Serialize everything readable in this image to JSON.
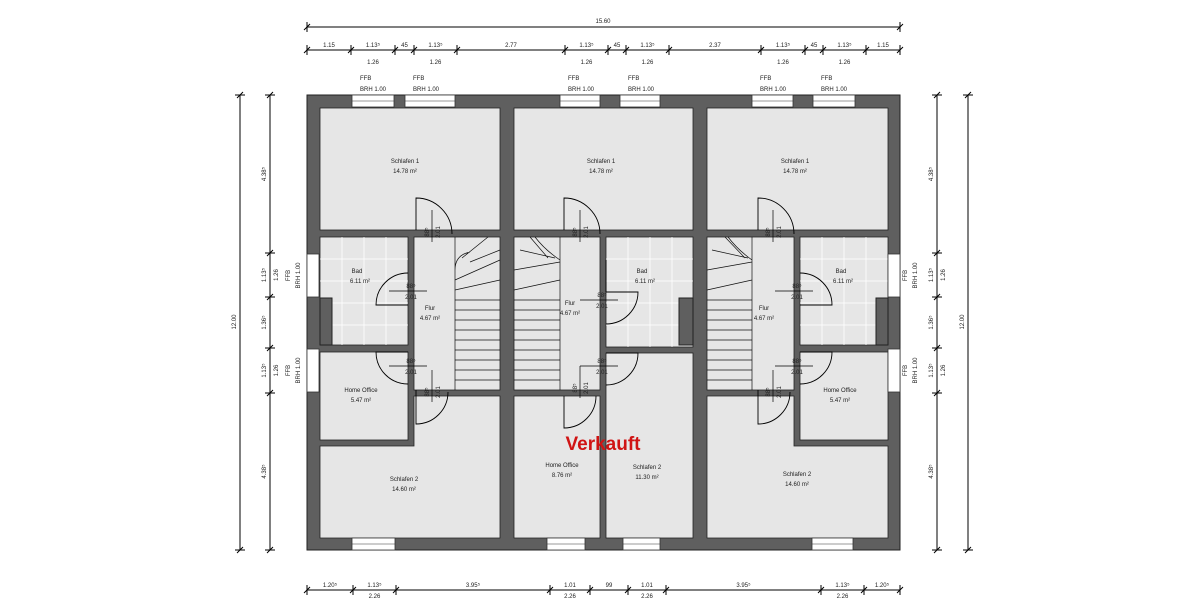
{
  "plan": {
    "sold_stamp": "Verkauft",
    "stamp_color": "#d01414",
    "wall_color": "#5f5f5f",
    "top_dimensions": {
      "total": "15.60",
      "row1": [
        "1.15",
        "1.13⁵",
        "45",
        "1.13⁵",
        "2.77",
        "1.13⁵",
        "45",
        "1.13⁵",
        "2.37",
        "1.13⁵",
        "45",
        "1.13⁵",
        "1.15"
      ],
      "row2": [
        "1.26",
        "1.26",
        "1.26",
        "1.26",
        "1.26",
        "1.26"
      ]
    },
    "bottom_dimensions": {
      "row1": [
        "1.20⁵",
        "1.13⁵",
        "3.95⁵",
        "1.01",
        "99",
        "1.01",
        "3.95⁵",
        "1.13⁵",
        "1.20⁵"
      ],
      "row2": [
        "2.26",
        "2.26",
        "2.26",
        "2.26"
      ]
    },
    "side_dimensions": {
      "total": "12.00",
      "row1": [
        "4.38⁵",
        "1.13⁵",
        "1.36⁵",
        "1.13⁵",
        "4.38⁵"
      ],
      "row2": [
        "1.26",
        "1.26"
      ]
    },
    "window_label": {
      "line1": "FFB",
      "line2": "BRH 1.00"
    },
    "door_label": {
      "width": "88⁵",
      "height": "2.01"
    },
    "units": [
      {
        "schlafen1": {
          "name": "Schlafen 1",
          "area": "14.78 m²"
        },
        "bad": {
          "name": "Bad",
          "area": "6.11 m²"
        },
        "flur": {
          "name": "Flur",
          "area": "4.67 m²"
        },
        "office": {
          "name": "Home Office",
          "area": "5.47 m²"
        },
        "schlafen2": {
          "name": "Schlafen 2",
          "area": "14.60 m²"
        }
      },
      {
        "schlafen1": {
          "name": "Schlafen 1",
          "area": "14.78 m²"
        },
        "bad": {
          "name": "Bad",
          "area": "6.11 m²"
        },
        "flur": {
          "name": "Flur",
          "area": "4.67 m²"
        },
        "office": {
          "name": "Home Office",
          "area": "8.76 m²"
        },
        "schlafen2": {
          "name": "Schlafen 2",
          "area": "11.30 m²"
        }
      },
      {
        "schlafen1": {
          "name": "Schlafen 1",
          "area": "14.78 m²"
        },
        "bad": {
          "name": "Bad",
          "area": "6.11 m²"
        },
        "flur": {
          "name": "Flur",
          "area": "4.67 m²"
        },
        "office": {
          "name": "Home Office",
          "area": "5.47 m²"
        },
        "schlafen2": {
          "name": "Schlafen 2",
          "area": "14.60 m²"
        }
      }
    ]
  }
}
